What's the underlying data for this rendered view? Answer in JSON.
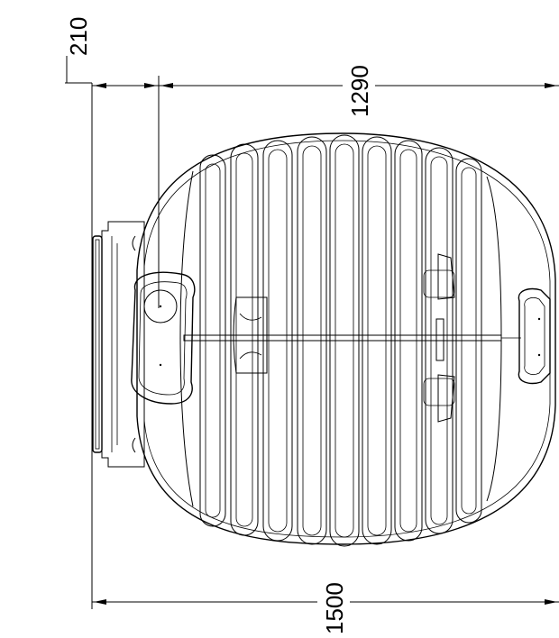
{
  "dimensions": {
    "offset": "210",
    "depth": "1290",
    "length": "1500"
  },
  "colors": {
    "line": "#000000",
    "background": "#ffffff"
  }
}
